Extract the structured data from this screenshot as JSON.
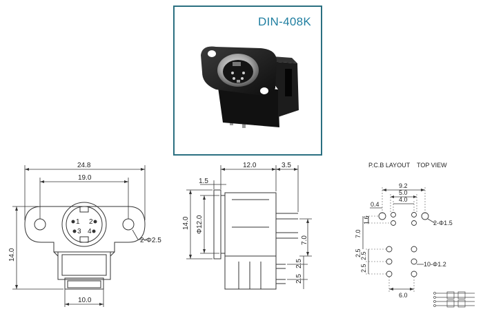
{
  "product": {
    "model": "DIN-408K"
  },
  "front_view": {
    "dim_overall_width": "24.8",
    "dim_hole_pitch": "19.0",
    "dim_height": "14.0",
    "dim_bottom_width": "10.0",
    "dim_mount_hole": "2-Φ2.5",
    "pin_labels": [
      "1",
      "2",
      "3",
      "4"
    ]
  },
  "side_view": {
    "dim_body_length": "12.0",
    "dim_pin_length": "3.5",
    "dim_flange": "1.5",
    "dim_height": "14.0",
    "dim_diameter": "Φ12.0",
    "dim_pin_height": "7.0",
    "dim_pitch_a": "2.5",
    "dim_pitch_b": "2.5"
  },
  "pcb_layout": {
    "heading": "P.C.B LAYOUT",
    "view_label": "TOP VIEW",
    "dim_92": "9.2",
    "dim_50": "5.0",
    "dim_40": "4.0",
    "dim_04": "0.4",
    "dim_16": "1.6",
    "dim_70": "7.0",
    "dim_25a": "2.5",
    "dim_25b": "2.5",
    "dim_25c": "2.5",
    "dim_60": "6.0",
    "dim_mount_holes": "2-Φ1.5",
    "dim_pin_holes": "10-Φ1.2"
  }
}
